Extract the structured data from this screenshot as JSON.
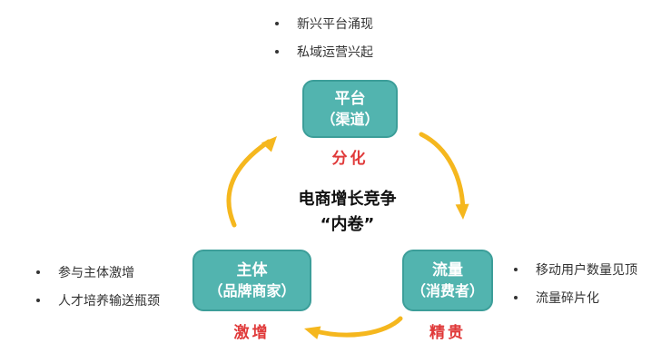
{
  "colors": {
    "box_fill": "#52B4AF",
    "box_border": "#3C9E99",
    "box_text": "#FFFFFF",
    "arrow": "#F5B71E",
    "label_red": "#E03A3A",
    "center_text": "#111111",
    "bullet_text": "#333333"
  },
  "center": {
    "line1": "电商增长竞争",
    "line2": "“内卷”"
  },
  "nodes": {
    "platform": {
      "title": "平台",
      "subtitle": "（渠道）",
      "label": "分化"
    },
    "subject": {
      "title": "主体",
      "subtitle": "（品牌商家）",
      "label": "激增"
    },
    "traffic": {
      "title": "流量",
      "subtitle": "（消费者）",
      "label": "精贵"
    }
  },
  "bullets": {
    "top": [
      "新兴平台涌现",
      "私域运营兴起"
    ],
    "left": [
      "参与主体激增",
      "人才培养输送瓶颈"
    ],
    "right": [
      "移动用户数量见顶",
      "流量碎片化"
    ]
  }
}
